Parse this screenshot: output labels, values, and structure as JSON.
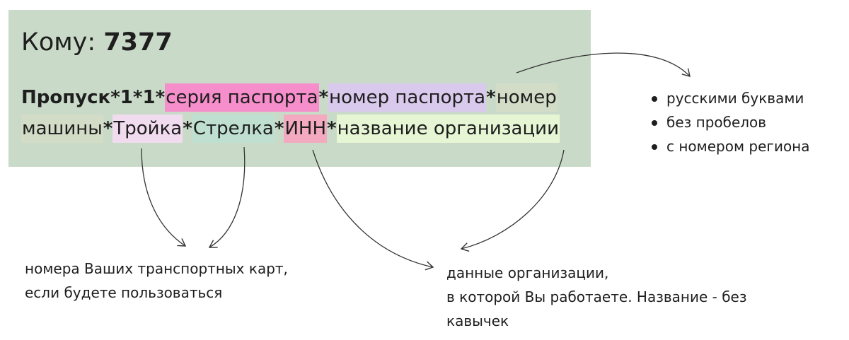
{
  "header": {
    "to_label": "Кому:",
    "to_number": "7377"
  },
  "message": {
    "line1": [
      {
        "text": "Пропуск*1*1*",
        "style": "bold",
        "color": ""
      },
      {
        "text": "серия паспорта",
        "style": "normal",
        "color": "#f58ecb"
      },
      {
        "text": "*",
        "style": "bold",
        "color": ""
      },
      {
        "text": "номер паспорта",
        "style": "normal",
        "color": "#d9c9ec"
      },
      {
        "text": "*",
        "style": "bold",
        "color": ""
      },
      {
        "text": "номер",
        "style": "normal",
        "color": "#d3dcc6"
      }
    ],
    "line2": [
      {
        "text": "машины",
        "style": "normal",
        "color": "#d3dcc6"
      },
      {
        "text": "*",
        "style": "bold",
        "color": ""
      },
      {
        "text": "Тройка",
        "style": "normal",
        "color": "#f1dcef"
      },
      {
        "text": "*",
        "style": "bold",
        "color": ""
      },
      {
        "text": "Стрелка",
        "style": "normal",
        "color": "#bfe0d1"
      },
      {
        "text": "*",
        "style": "bold",
        "color": ""
      },
      {
        "text": "ИНН",
        "style": "normal",
        "color": "#f3a9bf"
      },
      {
        "text": "*",
        "style": "bold",
        "color": ""
      },
      {
        "text": "название организации",
        "style": "normal",
        "color": "#e6f6d5"
      }
    ]
  },
  "car_notes": {
    "items": [
      "русскими буквами",
      "без пробелов",
      "с номером региона"
    ]
  },
  "card_note": {
    "line1": "номера Ваших транспортных карт,",
    "line2": "если будете пользоваться"
  },
  "org_note": {
    "line1": "данные организации,",
    "line2": "в которой Вы работаете. Название - без",
    "line3": "кавычек"
  },
  "colors": {
    "panel_background": "#c9dbc8",
    "text": "#1e1e1e"
  }
}
